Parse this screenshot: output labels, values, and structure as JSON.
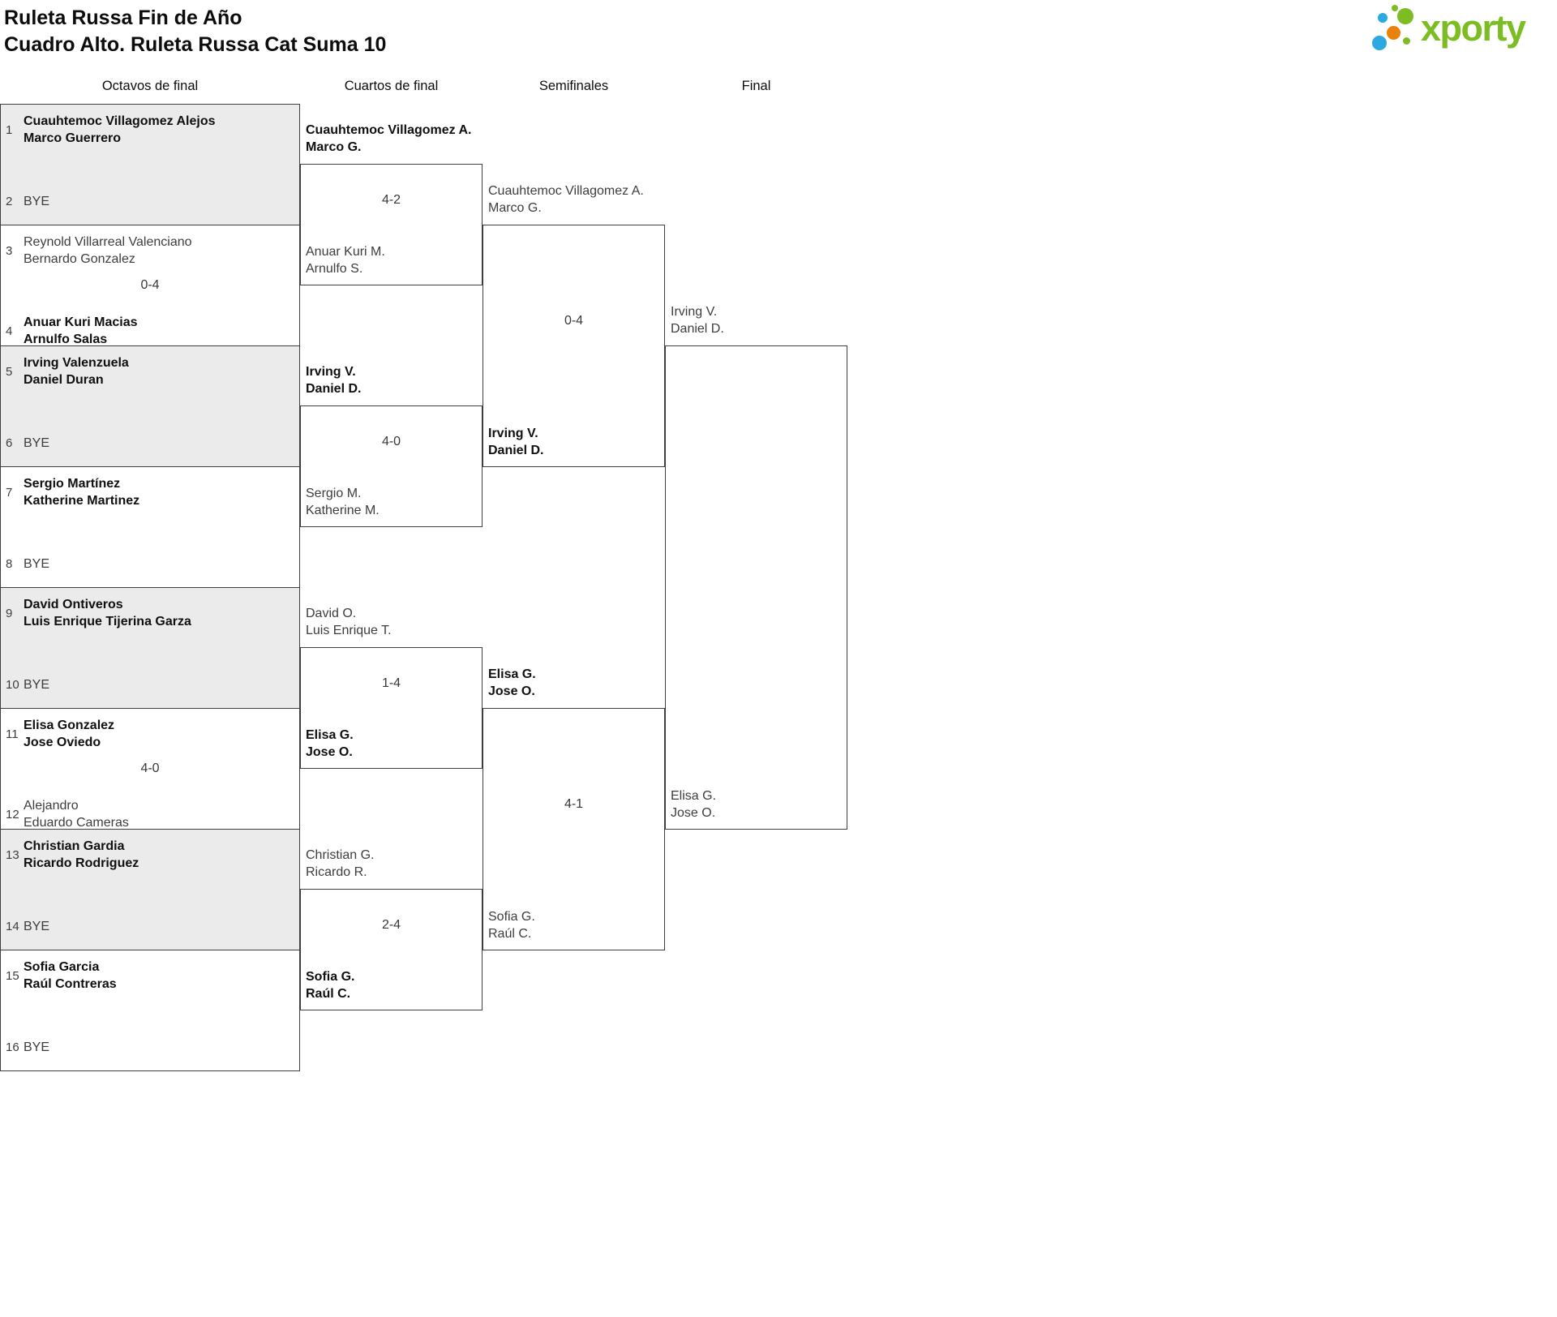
{
  "header": {
    "title": "Ruleta Russa Fin de Año",
    "subtitle": "Cuadro Alto. Ruleta Russa Cat Suma 10"
  },
  "brand": {
    "name": "xporty",
    "green": "#7bbd22",
    "blue": "#2ba9e0",
    "orange": "#e8820d"
  },
  "rounds": {
    "octavos": "Octavos de final",
    "cuartos": "Cuartos de final",
    "semifinales": "Semifinales",
    "final": "Final"
  },
  "octavos": [
    {
      "seed_top": "1",
      "top1": "Cuauhtemoc Villagomez Alejos",
      "top2": "Marco Guerrero",
      "top_winner": true,
      "seed_bottom": "2",
      "bottom1": "BYE",
      "bottom2": "",
      "bottom_winner": false,
      "score": "",
      "shaded": true
    },
    {
      "seed_top": "3",
      "top1": "Reynold Villarreal Valenciano",
      "top2": "Bernardo Gonzalez",
      "top_winner": false,
      "seed_bottom": "4",
      "bottom1": "Anuar Kuri Macias",
      "bottom2": "Arnulfo Salas",
      "bottom_winner": true,
      "score": "0-4",
      "shaded": false
    },
    {
      "seed_top": "5",
      "top1": "Irving Valenzuela",
      "top2": "Daniel Duran",
      "top_winner": true,
      "seed_bottom": "6",
      "bottom1": "BYE",
      "bottom2": "",
      "bottom_winner": false,
      "score": "",
      "shaded": true
    },
    {
      "seed_top": "7",
      "top1": "Sergio Martínez",
      "top2": "Katherine Martinez",
      "top_winner": true,
      "seed_bottom": "8",
      "bottom1": "BYE",
      "bottom2": "",
      "bottom_winner": false,
      "score": "",
      "shaded": false
    },
    {
      "seed_top": "9",
      "top1": "David Ontiveros",
      "top2": "Luis Enrique Tijerina Garza",
      "top_winner": true,
      "seed_bottom": "10",
      "bottom1": "BYE",
      "bottom2": "",
      "bottom_winner": false,
      "score": "",
      "shaded": true
    },
    {
      "seed_top": "11",
      "top1": "Elisa Gonzalez",
      "top2": "Jose Oviedo",
      "top_winner": true,
      "seed_bottom": "12",
      "bottom1": "Alejandro",
      "bottom2": "Eduardo Cameras",
      "bottom_winner": false,
      "score": "4-0",
      "shaded": false
    },
    {
      "seed_top": "13",
      "top1": "Christian Gardia",
      "top2": "Ricardo Rodriguez",
      "top_winner": true,
      "seed_bottom": "14",
      "bottom1": "BYE",
      "bottom2": "",
      "bottom_winner": false,
      "score": "",
      "shaded": true
    },
    {
      "seed_top": "15",
      "top1": "Sofia Garcia",
      "top2": "Raúl Contreras",
      "top_winner": true,
      "seed_bottom": "16",
      "bottom1": "BYE",
      "bottom2": "",
      "bottom_winner": false,
      "score": "",
      "shaded": false
    }
  ],
  "cuartos": [
    {
      "top1": "Cuauhtemoc Villagomez A.",
      "top2": "Marco G.",
      "top_winner": true,
      "bottom1": "Anuar Kuri M.",
      "bottom2": "Arnulfo S.",
      "bottom_winner": false,
      "score": "4-2"
    },
    {
      "top1": "Irving V.",
      "top2": "Daniel D.",
      "top_winner": true,
      "bottom1": "Sergio M.",
      "bottom2": "Katherine M.",
      "bottom_winner": false,
      "score": "4-0"
    },
    {
      "top1": "David O.",
      "top2": "Luis Enrique T.",
      "top_winner": false,
      "bottom1": "Elisa G.",
      "bottom2": "Jose O.",
      "bottom_winner": true,
      "score": "1-4"
    },
    {
      "top1": "Christian G.",
      "top2": "Ricardo R.",
      "top_winner": false,
      "bottom1": "Sofia G.",
      "bottom2": "Raúl C.",
      "bottom_winner": true,
      "score": "2-4"
    }
  ],
  "semifinales": [
    {
      "top1": "Cuauhtemoc Villagomez A.",
      "top2": "Marco G.",
      "top_winner": false,
      "bottom1": "Irving V.",
      "bottom2": "Daniel D.",
      "bottom_winner": true,
      "score": "0-4"
    },
    {
      "top1": "Elisa G.",
      "top2": "Jose O.",
      "top_winner": true,
      "bottom1": "Sofia G.",
      "bottom2": "Raúl C.",
      "bottom_winner": false,
      "score": "4-1"
    }
  ],
  "final": {
    "top1": "Irving V.",
    "top2": "Daniel D.",
    "bottom1": "Elisa G.",
    "bottom2": "Jose O.",
    "score": ""
  }
}
